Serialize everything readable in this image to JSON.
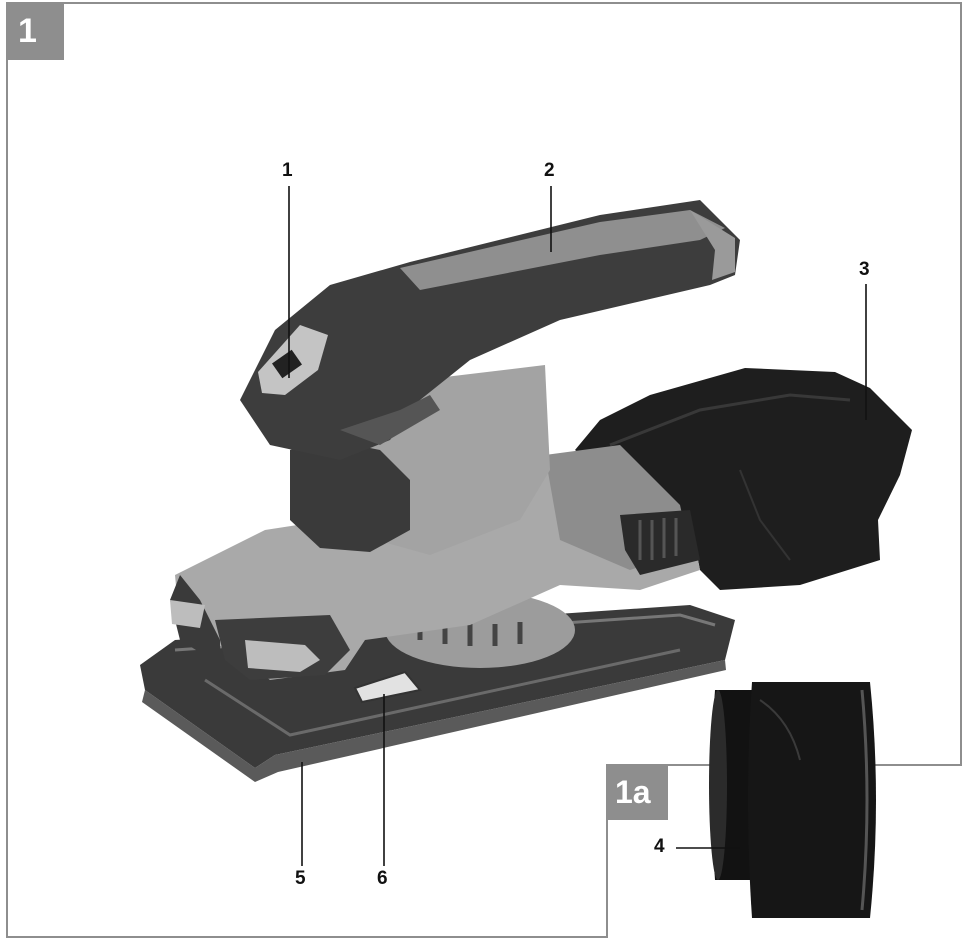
{
  "figure_main": {
    "label": "1"
  },
  "figure_inset": {
    "label": "1a"
  },
  "callouts": [
    {
      "number": "1"
    },
    {
      "number": "2"
    },
    {
      "number": "3"
    },
    {
      "number": "4"
    },
    {
      "number": "5"
    },
    {
      "number": "6"
    }
  ],
  "colors": {
    "frame": "#8e8e8e",
    "housing_light": "#a9a9a9",
    "grip_dark": "#3d3d3d",
    "bag_black": "#1e1e1e"
  },
  "icons": [
    "orbital-sander-illustration",
    "dust-bag-illustration",
    "dust-adapter-illustration"
  ]
}
